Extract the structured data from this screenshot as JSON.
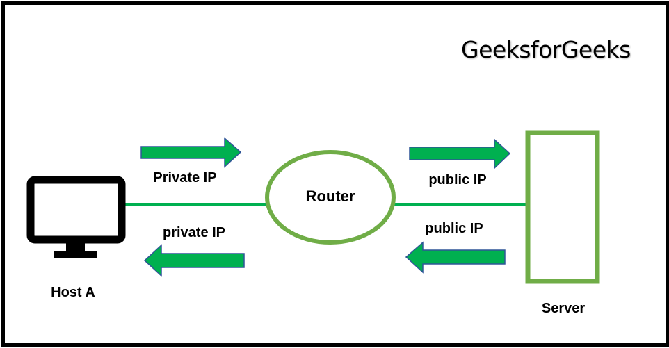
{
  "brand": "GeeksforGeeks",
  "nodes": {
    "host": {
      "label": "Host A",
      "icon": "monitor-icon"
    },
    "router": {
      "label": "Router"
    },
    "server": {
      "label": "Server"
    }
  },
  "arrows": {
    "host_to_router": {
      "label": "Private IP",
      "direction": "right"
    },
    "router_to_host": {
      "label": "private IP",
      "direction": "left"
    },
    "router_to_server": {
      "label": "public IP",
      "direction": "right"
    },
    "server_to_router": {
      "label": "public IP",
      "direction": "left"
    }
  },
  "colors": {
    "link": "#00B050",
    "arrow_fill": "#00B050",
    "arrow_stroke": "#2F5597",
    "node_outline": "#70AD47",
    "monitor": "#000000"
  }
}
